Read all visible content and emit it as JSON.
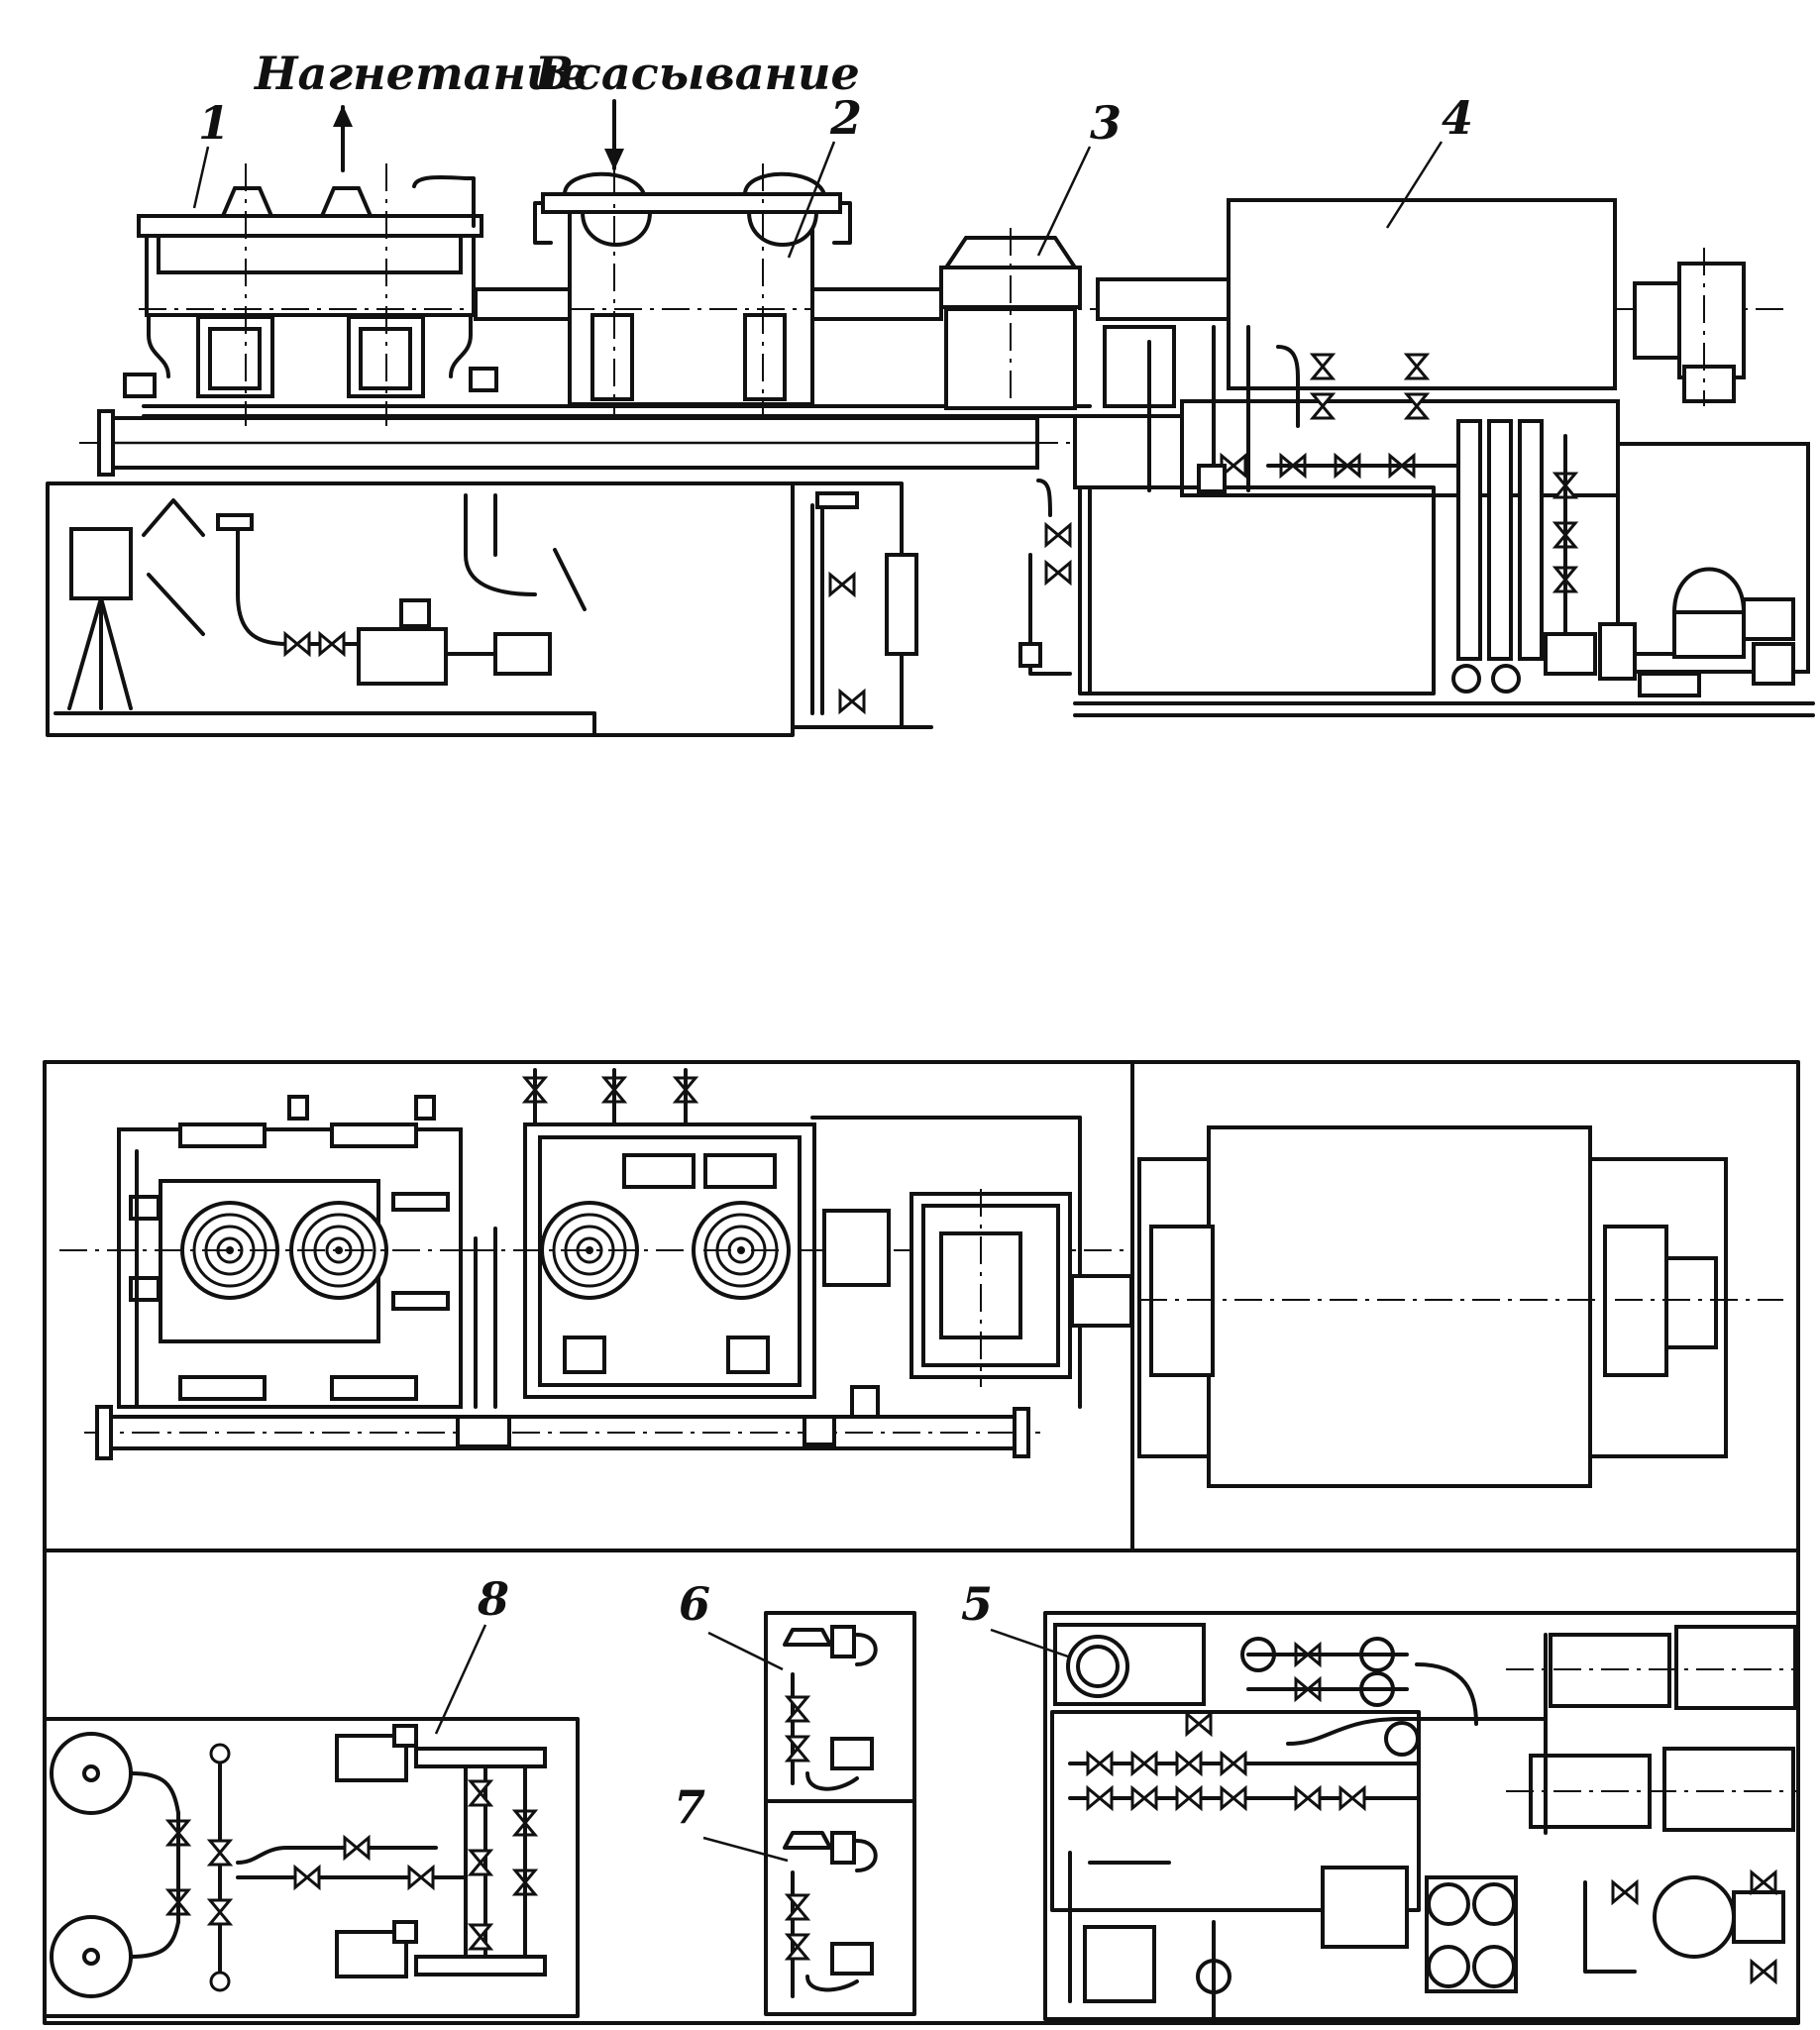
{
  "labels": {
    "discharge": "Нагнетание",
    "suction": "Всасывание",
    "n1": "1",
    "n2": "2",
    "n3": "3",
    "n4": "4",
    "n5": "5",
    "n6": "6",
    "n7": "7",
    "n8": "8"
  }
}
